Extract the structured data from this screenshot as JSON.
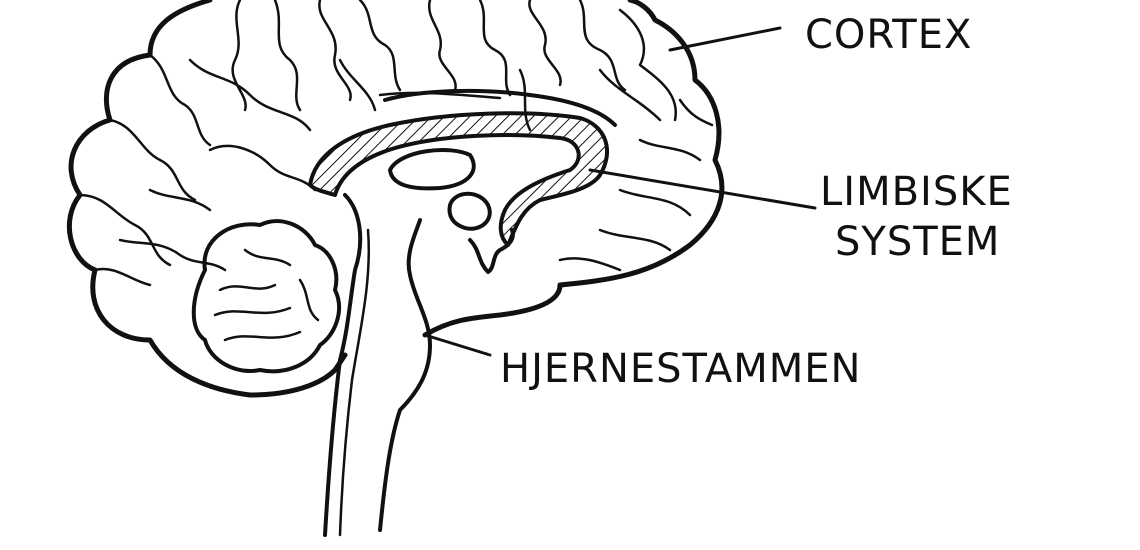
{
  "diagram": {
    "labels": {
      "cortex": "CORTEX",
      "limbic_line1": "LIMBISKE",
      "limbic_line2": "SYSTEM",
      "brainstem": "HJERNESTAMMEN"
    },
    "colors": {
      "ink": "#111111",
      "background": "#ffffff"
    }
  }
}
